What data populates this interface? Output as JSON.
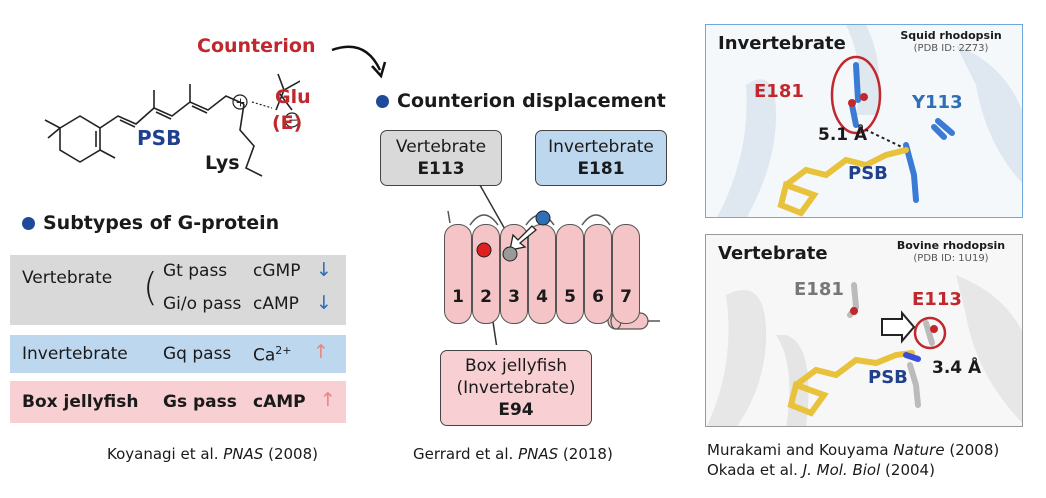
{
  "chemistry": {
    "counterion": "Counterion",
    "glu": "Glu",
    "e": "(E)",
    "psb": "PSB",
    "lys": "Lys",
    "plus": "+",
    "minus": "−"
  },
  "subtypes": {
    "title": "Subtypes of G-protein",
    "rows": [
      {
        "organism": "Vertebrate",
        "pass": "Gt pass",
        "messenger": "cGMP",
        "arrow": "↓"
      },
      {
        "organism": "",
        "pass": "Gi/o pass",
        "messenger": "cAMP",
        "arrow": "↓"
      },
      {
        "organism": "Invertebrate",
        "pass": "Gq pass",
        "messenger": "Ca",
        "sup": "2+",
        "arrow": "↑"
      },
      {
        "organism": "Box jellyfish",
        "pass": "Gs pass",
        "messenger": "cAMP",
        "arrow": "↑"
      }
    ],
    "colors": {
      "vertebrate": "#d9d9d9",
      "invertebrate": "#bdd7ee",
      "jellyfish": "#f8cfd2"
    },
    "citation_author": "Koyanagi et al. ",
    "citation_journal": "PNAS",
    "citation_year": " (2008)"
  },
  "displacement": {
    "title": "Counterion displacement",
    "vertebrate_label": "Vertebrate",
    "vertebrate_residue": "E113",
    "invertebrate_label": "Invertebrate",
    "invertebrate_residue": "E181",
    "jellyfish_line1": "Box jellyfish",
    "jellyfish_line2": "(Invertebrate)",
    "jellyfish_residue": "E94",
    "helices": [
      "1",
      "2",
      "3",
      "4",
      "5",
      "6",
      "7"
    ],
    "citation_author": "Gerrard et al. ",
    "citation_journal": "PNAS",
    "citation_year": " (2018)"
  },
  "structures": {
    "invertebrate": {
      "title": "Invertebrate",
      "protein": "Squid rhodopsin",
      "pdb": "(PDB ID: 2Z73)",
      "residue1": "E181",
      "residue2": "Y113",
      "distance": "5.1 Å",
      "psb": "PSB"
    },
    "vertebrate": {
      "title": "Vertebrate",
      "protein": "Bovine rhodopsin",
      "pdb": "(PDB ID: 1U19)",
      "residue1": "E181",
      "residue2": "E113",
      "distance": "3.4 Å",
      "psb": "PSB"
    },
    "citation1_author": "Murakami and Kouyama ",
    "citation1_journal": "Nature",
    "citation1_year": " (2008)",
    "citation2_author": "Okada et al. ",
    "citation2_journal": "J. Mol. Biol",
    "citation2_year": " (2004)"
  }
}
